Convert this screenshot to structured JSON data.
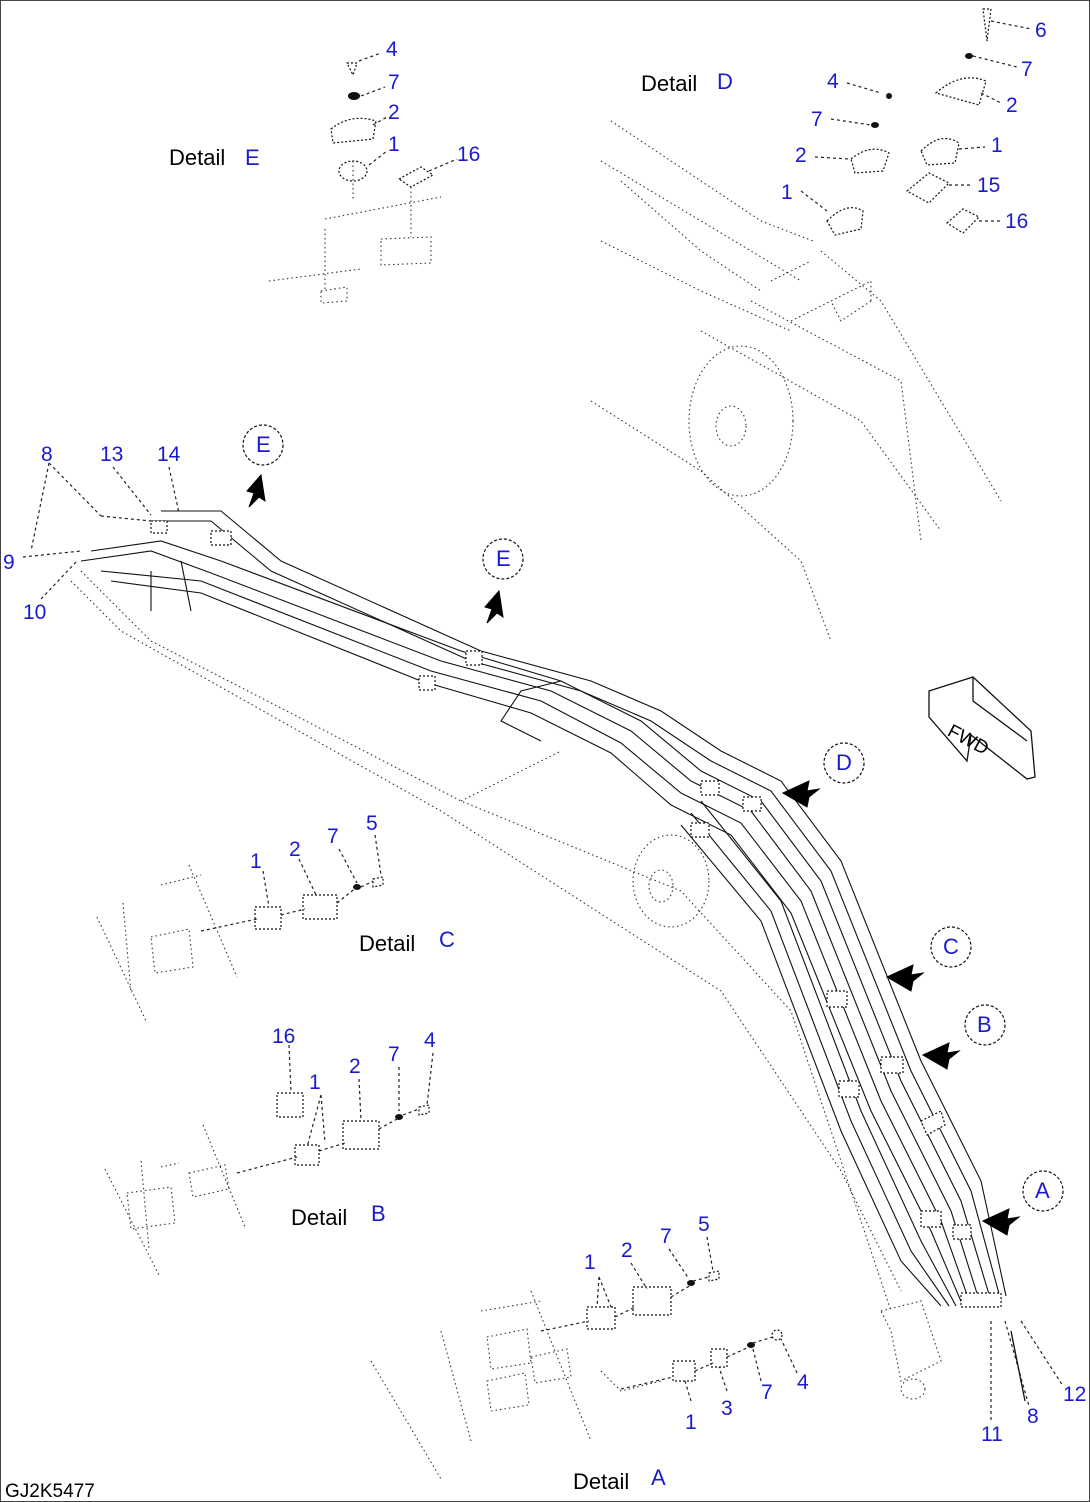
{
  "drawing_code": "GJ2K5477",
  "details": {
    "word": "Detail",
    "A": "A",
    "B": "B",
    "C": "C",
    "D": "D",
    "E": "E"
  },
  "callouts": {
    "E1": "E",
    "E2": "E",
    "D": "D",
    "C": "C",
    "B": "B",
    "A": "A"
  },
  "fwd_label": "FWD",
  "numbers": {
    "de_4": "4",
    "de_7": "7",
    "de_2": "2",
    "de_1": "1",
    "de_16": "16",
    "dd_6": "6",
    "dd_7a": "7",
    "dd_2a": "2",
    "dd_4": "4",
    "dd_7b": "7",
    "dd_2b": "2",
    "dd_1a": "1",
    "dd_1b": "1",
    "dd_15": "15",
    "dd_16": "16",
    "m_8": "8",
    "m_13": "13",
    "m_14": "14",
    "m_9": "9",
    "m_10": "10",
    "dc_1": "1",
    "dc_2": "2",
    "dc_7": "7",
    "dc_5": "5",
    "db_16": "16",
    "db_1": "1",
    "db_2": "2",
    "db_7": "7",
    "db_4": "4",
    "da_1a": "1",
    "da_2": "2",
    "da_7a": "7",
    "da_5": "5",
    "da_1b": "1",
    "da_3": "3",
    "da_7b": "7",
    "da_4": "4",
    "b_12": "12",
    "b_8": "8",
    "b_11": "11"
  }
}
